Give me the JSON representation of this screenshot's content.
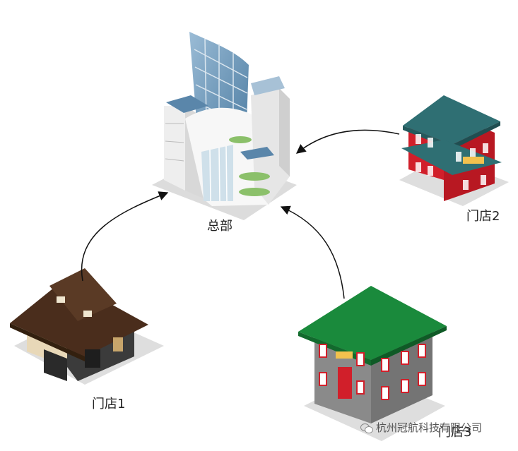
{
  "nodes": {
    "hq": {
      "label": "总部"
    },
    "store1": {
      "label": "门店1"
    },
    "store2": {
      "label": "门店2"
    },
    "store3": {
      "label": "门店3"
    }
  },
  "watermark": {
    "text": "杭州冠航科技有限公司"
  },
  "colors": {
    "arrow": "#111111",
    "hq_glass": "#7fa6c4",
    "store2_roof": "#2f6f73",
    "store2_wall": "#d11f2a",
    "store3_roof": "#1a8a3c",
    "store3_wall": "#8a8a8a",
    "store1_roof": "#4a2d1c"
  }
}
